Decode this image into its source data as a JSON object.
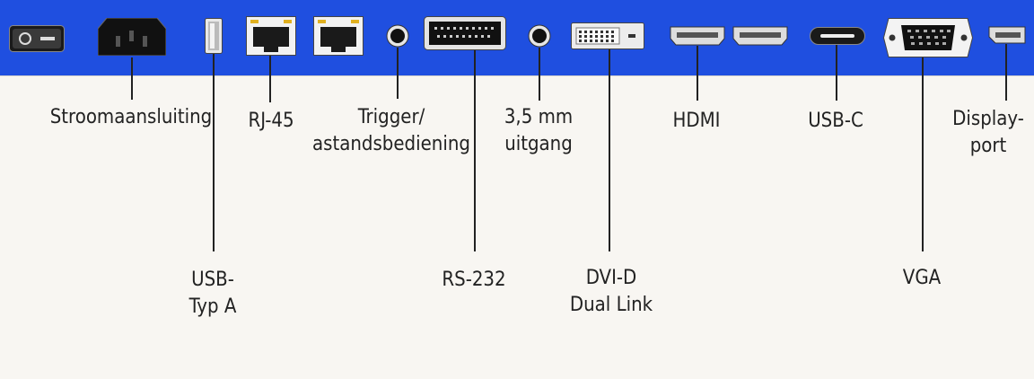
{
  "labels": {
    "power": "Stroomaansluiting",
    "usb_a": [
      "USB-",
      "Typ A"
    ],
    "rj45": "RJ-45",
    "trigger": [
      "Trigger/",
      "astandsbediening"
    ],
    "rs232": "RS-232",
    "audio": [
      "3,5 mm",
      "uitgang"
    ],
    "dvi": [
      "DVI-D",
      "Dual Link"
    ],
    "hdmi": "HDMI",
    "usb_c": "USB-C",
    "vga": "VGA",
    "displayport": [
      "Display-",
      "port"
    ]
  },
  "colors": {
    "panel": "#1f4fe0",
    "background": "#f8f6f2",
    "text": "#222222"
  }
}
